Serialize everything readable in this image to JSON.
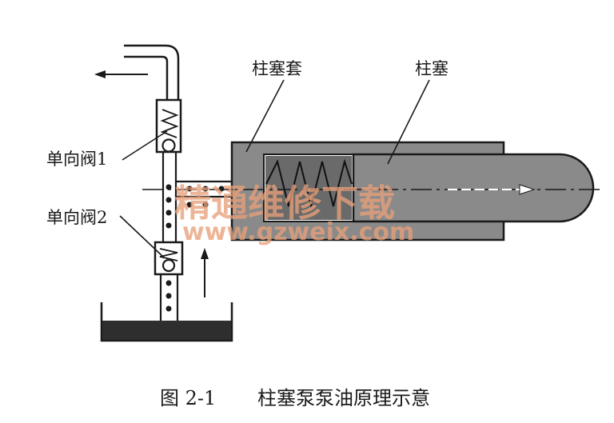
{
  "labels": {
    "barrel": "柱塞套",
    "plunger": "柱塞",
    "check_valve_1": "单向阀1",
    "check_valve_2": "单向阀2"
  },
  "caption": {
    "number": "图 2-1",
    "title": "柱塞泵泵油原理示意"
  },
  "watermark": {
    "text_cn": "精通维修下载",
    "url": "www.gzweix.com"
  }
}
